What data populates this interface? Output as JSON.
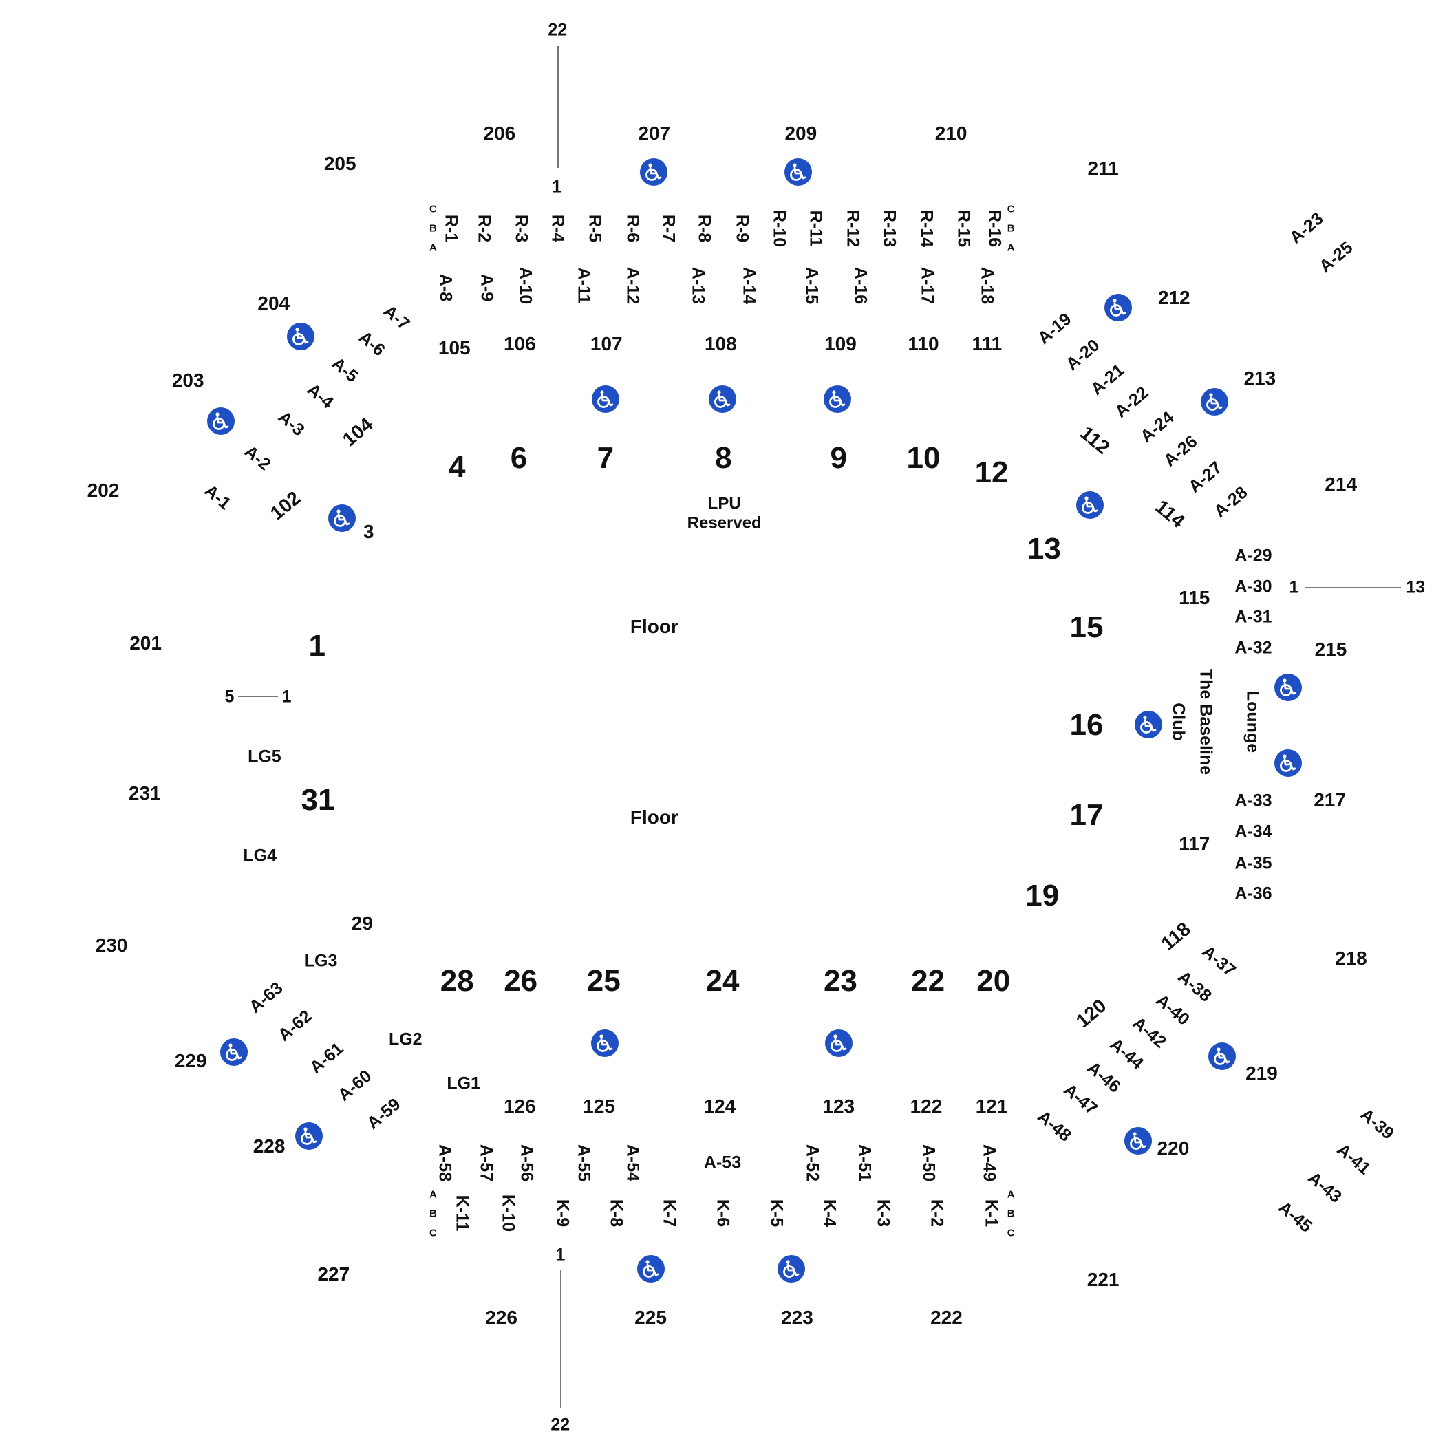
{
  "accessible_icon": "wheelchair-icon",
  "accent_color": "#1f4fc4",
  "floor": {
    "upper": "Floor",
    "lower": "Floor"
  },
  "reserved_label": "LPU\nReserved",
  "club": {
    "line1": "The Baseline",
    "line2": "Club",
    "lounge": "Lounge"
  },
  "numbers": {
    "s2xx": [
      "201",
      "202",
      "203",
      "204",
      "205",
      "206",
      "207",
      "209",
      "210",
      "211",
      "212",
      "213",
      "214",
      "215",
      "217",
      "218",
      "219",
      "220",
      "221",
      "222",
      "223",
      "225",
      "226",
      "227",
      "228",
      "229",
      "230",
      "231"
    ],
    "s1xx": [
      "102",
      "104",
      "105",
      "106",
      "107",
      "108",
      "109",
      "110",
      "111",
      "112",
      "114",
      "115",
      "117",
      "118",
      "120",
      "121",
      "122",
      "123",
      "124",
      "125",
      "126"
    ],
    "floor_sections": [
      "1",
      "3",
      "4",
      "6",
      "7",
      "8",
      "9",
      "10",
      "12",
      "13",
      "15",
      "16",
      "17",
      "19",
      "20",
      "22",
      "23",
      "24",
      "25",
      "26",
      "28",
      "29",
      "31"
    ],
    "lg": [
      "LG1",
      "LG2",
      "LG3",
      "LG4",
      "LG5"
    ],
    "r_rows": [
      "R-1",
      "R-2",
      "R-3",
      "R-4",
      "R-5",
      "R-6",
      "R-7",
      "R-8",
      "R-9",
      "R-10",
      "R-11",
      "R-12",
      "R-13",
      "R-14",
      "R-15",
      "R-16"
    ],
    "k_rows": [
      "K-1",
      "K-2",
      "K-3",
      "K-4",
      "K-5",
      "K-6",
      "K-7",
      "K-8",
      "K-9",
      "K-10",
      "K-11"
    ],
    "aisles": [
      "A-1",
      "A-2",
      "A-3",
      "A-4",
      "A-5",
      "A-6",
      "A-7",
      "A-8",
      "A-9",
      "A-10",
      "A-11",
      "A-12",
      "A-13",
      "A-14",
      "A-15",
      "A-16",
      "A-17",
      "A-18",
      "A-19",
      "A-20",
      "A-21",
      "A-22",
      "A-23",
      "A-24",
      "A-25",
      "A-26",
      "A-27",
      "A-28",
      "A-29",
      "A-30",
      "A-31",
      "A-32",
      "A-33",
      "A-34",
      "A-35",
      "A-36",
      "A-37",
      "A-38",
      "A-39",
      "A-40",
      "A-41",
      "A-42",
      "A-43",
      "A-44",
      "A-45",
      "A-46",
      "A-47",
      "A-48",
      "A-49",
      "A-50",
      "A-51",
      "A-52",
      "A-53",
      "A-54",
      "A-55",
      "A-56",
      "A-57",
      "A-58",
      "A-59",
      "A-60",
      "A-61",
      "A-62",
      "A-63"
    ],
    "abc": [
      "A",
      "B",
      "C"
    ],
    "seat_marks": [
      "1",
      "5",
      "13",
      "22"
    ]
  }
}
